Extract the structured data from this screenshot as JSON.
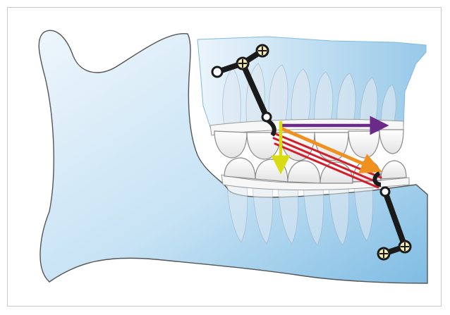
{
  "figure": {
    "subject": "orthodontic-appliance-force-diagram",
    "colors": {
      "frame_border": "#c9c9c9",
      "bone_fill_light": "#e4f1fa",
      "bone_fill_dark": "#8cc4e6",
      "teeth_fill": "#f2f2f2",
      "appliance": "#1a1a1a",
      "screw_fill": "#f3e9b5",
      "vector_purple": "#6a2a8a",
      "vector_orange": "#f0901e",
      "vector_red": "#d21e2a",
      "vector_yellow": "#d8dc10"
    },
    "force_vectors": [
      {
        "name": "horizontal-force",
        "color": "#6a2a8a"
      },
      {
        "name": "resultant-force",
        "color": "#f0901e"
      },
      {
        "name": "elastic-chain",
        "color": "#d21e2a"
      },
      {
        "name": "vertical-force",
        "color": "#d8dc10"
      }
    ],
    "appliance_parts": [
      "upper-miniscrew-anchor",
      "upper-arm",
      "lower-arm",
      "lower-miniscrew-anchor"
    ]
  }
}
